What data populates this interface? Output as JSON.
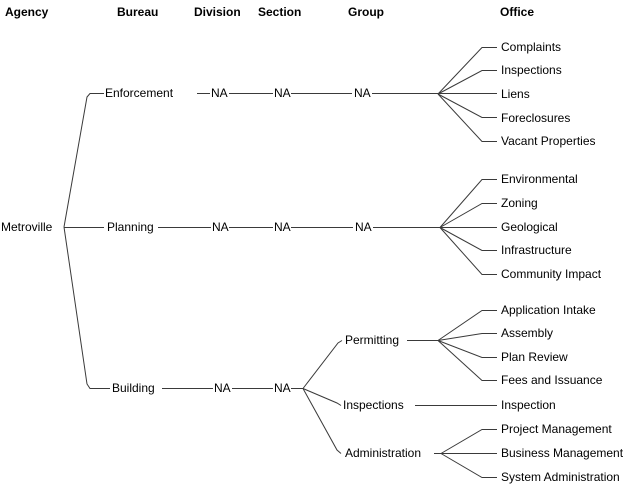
{
  "columns": {
    "agency": "Agency",
    "bureau": "Bureau",
    "division": "Division",
    "section": "Section",
    "group": "Group",
    "office": "Office"
  },
  "agency": {
    "label": "Metroville"
  },
  "bureaus": [
    {
      "label": "Enforcement",
      "division": "NA",
      "section": "NA",
      "group": "NA",
      "offices": [
        "Complaints",
        "Inspections",
        "Liens",
        "Foreclosures",
        "Vacant Properties"
      ]
    },
    {
      "label": "Planning",
      "division": "NA",
      "section": "NA",
      "group": "NA",
      "offices": [
        "Environmental",
        "Zoning",
        "Geological",
        "Infrastructure",
        "Community Impact"
      ]
    },
    {
      "label": "Building",
      "division": "NA",
      "section": "NA",
      "groups": [
        {
          "label": "Permitting",
          "offices": [
            "Application Intake",
            "Assembly",
            "Plan Review",
            "Fees and Issuance"
          ]
        },
        {
          "label": "Inspections",
          "offices": [
            "Inspection"
          ]
        },
        {
          "label": "Administration",
          "offices": [
            "Project Management",
            "Business Management",
            "System Administration"
          ]
        }
      ]
    }
  ],
  "colors": {
    "background": "#ffffff",
    "text": "#000000",
    "line": "#3a3a3a"
  }
}
